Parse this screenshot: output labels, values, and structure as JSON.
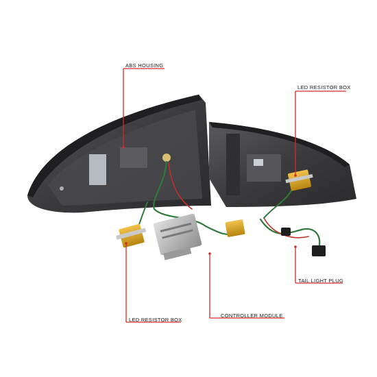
{
  "callouts": {
    "abs_housing": "ABS HOUSING",
    "led_resistor_box_top": "LED RESISTOR BOX",
    "tail_light_plug": "TAIL LIGHT PLUG",
    "led_resistor_box_bottom": "LED RESISTOR BOX",
    "controller_module": "CONTROLLER MODULE"
  },
  "colors": {
    "background": "#ffffff",
    "callout_line": "#d42a2a",
    "housing": "#3a3a3c",
    "resistor": "#d9a21e",
    "module": "#b8b8b8",
    "wire_green": "#2f7a3a",
    "wire_red": "#c0302a"
  }
}
